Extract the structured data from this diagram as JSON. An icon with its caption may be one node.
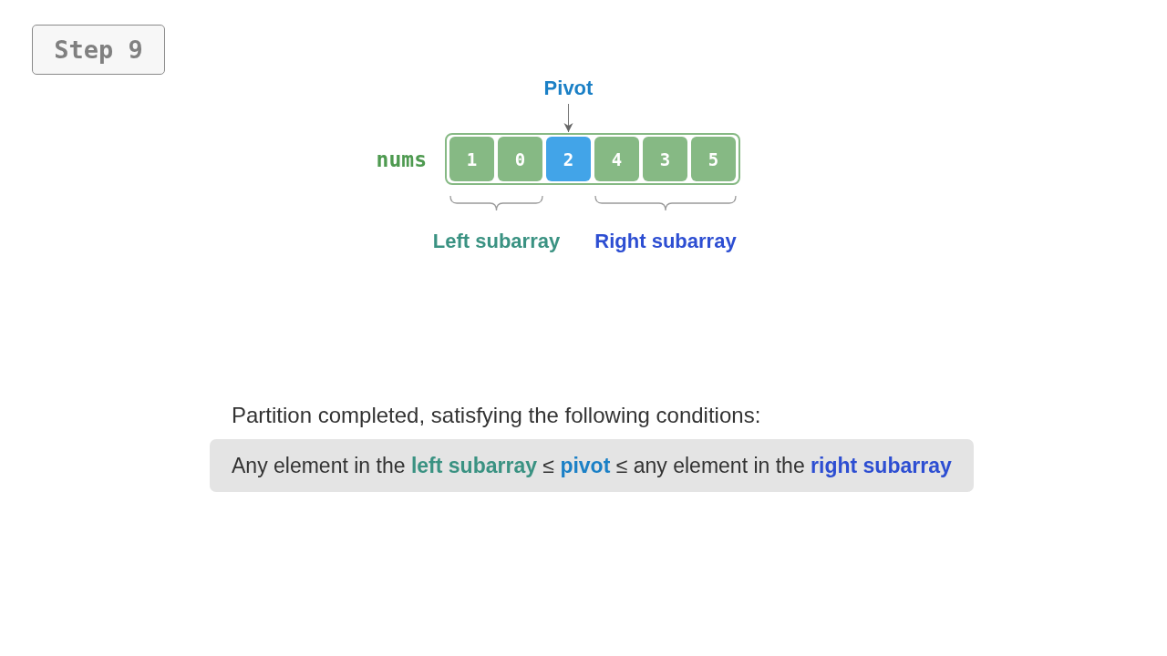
{
  "diagram": {
    "nodes": [
      {
        "text": [
          "Step 9"
        ]
      },
      {
        "text": [
          "Pivot"
        ]
      },
      {
        "text": [
          "nums"
        ]
      },
      {
        "text": [
          "1"
        ],
        "in": 2
      },
      {
        "text": [
          "0"
        ],
        "in": 2
      },
      {
        "text": [
          "2"
        ],
        "in": 2
      },
      {
        "text": [
          "4"
        ],
        "in": 2
      },
      {
        "text": [
          "3"
        ],
        "in": 2
      },
      {
        "text": [
          "5"
        ],
        "in": 2
      },
      {
        "text": [
          "Any element in the **left subarray** ≤ **pivot** ≤ any element in the **right subarray**"
        ]
      }
    ],
    "edges": [
      {
        "from": 1,
        "to": 5,
        "arrow": "to"
      }
    ],
    "labels": [
      "Left subarray",
      "Right subarray",
      "Partition completed, satisfying the following conditions:"
    ]
  }
}
